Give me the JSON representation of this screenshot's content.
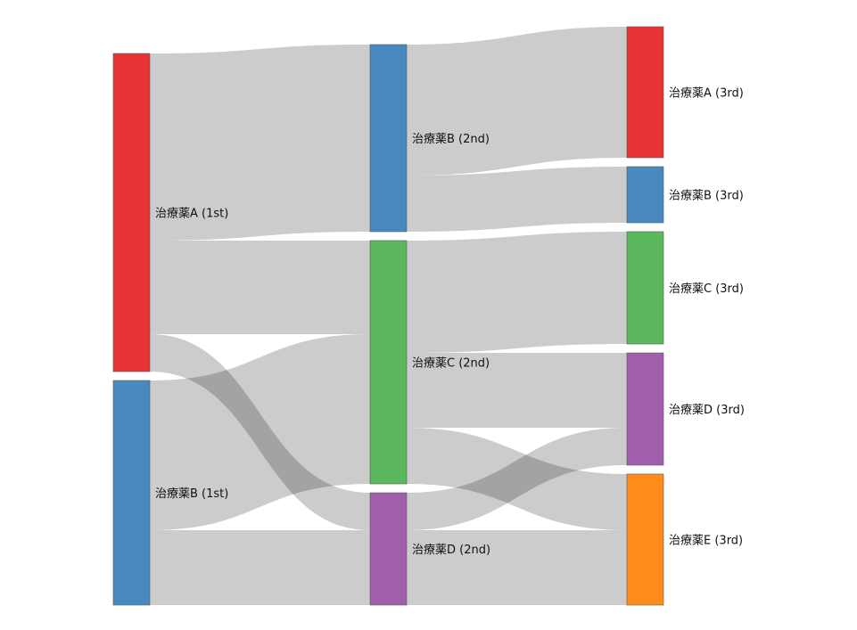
{
  "chart_data": {
    "type": "sankey",
    "title": "",
    "nodes": [
      {
        "id": "A1",
        "label": "治療薬A (1st)",
        "column": 0,
        "color": "#e63333"
      },
      {
        "id": "B1",
        "label": "治療薬B (1st)",
        "column": 0,
        "color": "#4a89c0"
      },
      {
        "id": "B2",
        "label": "治療薬B (2nd)",
        "column": 1,
        "color": "#4a89c0"
      },
      {
        "id": "C2",
        "label": "治療薬C (2nd)",
        "column": 1,
        "color": "#5cb85c"
      },
      {
        "id": "D2",
        "label": "治療薬D (2nd)",
        "column": 1,
        "color": "#a05fac"
      },
      {
        "id": "A3",
        "label": "治療薬A (3rd)",
        "column": 2,
        "color": "#e63333"
      },
      {
        "id": "B3",
        "label": "治療薬B (3rd)",
        "column": 2,
        "color": "#4a89c0"
      },
      {
        "id": "C3",
        "label": "治療薬C (3rd)",
        "column": 2,
        "color": "#5cb85c"
      },
      {
        "id": "D3",
        "label": "治療薬D (3rd)",
        "column": 2,
        "color": "#a05fac"
      },
      {
        "id": "E3",
        "label": "治療薬E (3rd)",
        "column": 2,
        "color": "#ff8c1a"
      }
    ],
    "links": [
      {
        "source": "A1",
        "target": "B2",
        "value": 10
      },
      {
        "source": "A1",
        "target": "C2",
        "value": 5
      },
      {
        "source": "A1",
        "target": "D2",
        "value": 2
      },
      {
        "source": "B1",
        "target": "C2",
        "value": 8
      },
      {
        "source": "B1",
        "target": "D2",
        "value": 4
      },
      {
        "source": "B2",
        "target": "A3",
        "value": 7
      },
      {
        "source": "B2",
        "target": "B3",
        "value": 3
      },
      {
        "source": "C2",
        "target": "C3",
        "value": 6
      },
      {
        "source": "C2",
        "target": "D3",
        "value": 4
      },
      {
        "source": "C2",
        "target": "E3",
        "value": 3
      },
      {
        "source": "D2",
        "target": "D3",
        "value": 2
      },
      {
        "source": "D2",
        "target": "E3",
        "value": 4
      }
    ],
    "link_color": "#000000"
  }
}
